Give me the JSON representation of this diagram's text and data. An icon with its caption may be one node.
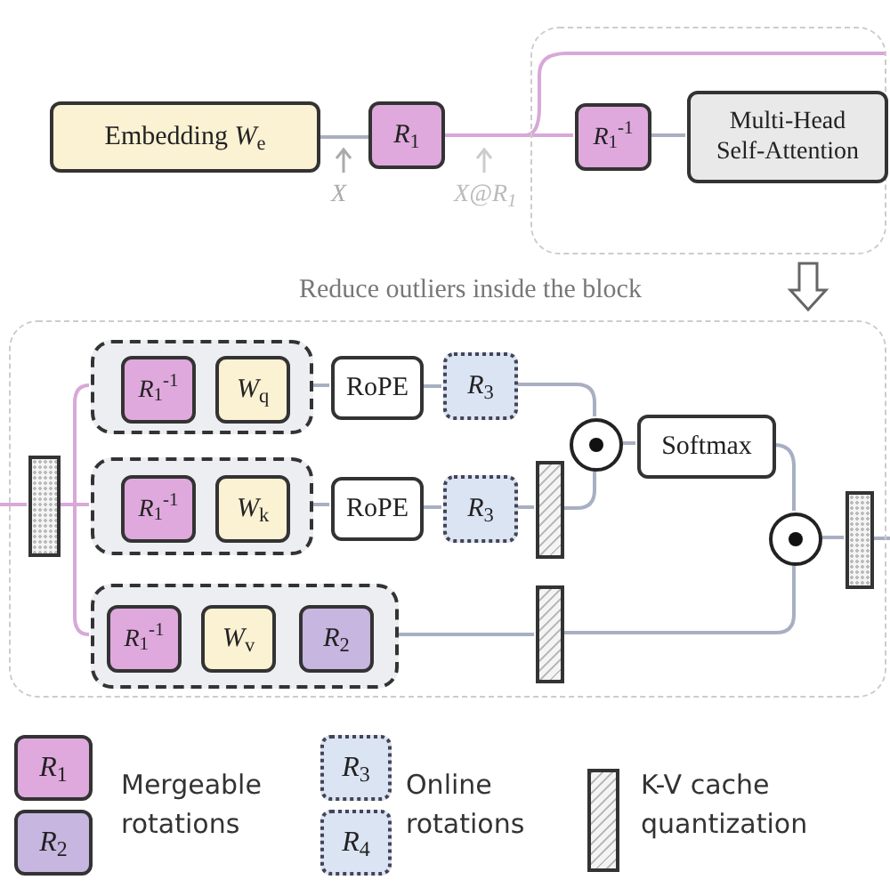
{
  "diagram": {
    "nodes": [
      {
        "text": [
          "Embedding *W*$_{e}$"
        ]
      },
      {
        "text": [
          "*R*$_{1}$"
        ]
      },
      {
        "text": [],
        "shape": "box"
      },
      {
        "text": [
          "*R*$_{1}$$^{-1}$"
        ],
        "in": 2
      },
      {
        "text": [
          "Multi-Head Self-Attention"
        ],
        "in": 2
      },
      {
        "text": [],
        "shape": "box"
      },
      {
        "text": [],
        "shape": "bar",
        "in": 5
      },
      {
        "text": [],
        "shape": "box",
        "in": 5
      },
      {
        "text": [
          "*R*$_{1}$$^{-1}$"
        ],
        "in": 7
      },
      {
        "text": [
          "*W*$_{q}$"
        ],
        "in": 7
      },
      {
        "text": [
          "RoPE"
        ],
        "in": 5
      },
      {
        "text": [
          "*R*$_{3}$"
        ],
        "in": 5
      },
      {
        "text": [],
        "shape": "box",
        "in": 5
      },
      {
        "text": [
          "*R*$_{1}$$^{-1}$"
        ],
        "in": 12
      },
      {
        "text": [
          "*W*$_{k}$"
        ],
        "in": 12
      },
      {
        "text": [
          "RoPE"
        ],
        "in": 5
      },
      {
        "text": [
          "*R*$_{3}$"
        ],
        "in": 5
      },
      {
        "text": [],
        "shape": "bar",
        "in": 5
      },
      {
        "text": [],
        "shape": "box",
        "in": 5
      },
      {
        "text": [
          "*R*$_{1}$$^{-1}$"
        ],
        "in": 18
      },
      {
        "text": [
          "*W*$_{v}$"
        ],
        "in": 18
      },
      {
        "text": [
          "*R*$_{2}$"
        ],
        "in": 18
      },
      {
        "text": [],
        "shape": "bar",
        "in": 5
      },
      {
        "text": [],
        "shape": "circle",
        "in": 5
      },
      {
        "text": [
          "Softmax"
        ],
        "in": 5
      },
      {
        "text": [],
        "shape": "circle",
        "in": 5
      },
      {
        "text": [],
        "shape": "bar",
        "in": 5
      },
      {
        "text": [
          "*R*$_{1}$"
        ]
      },
      {
        "text": [
          "*R*$_{2}$"
        ]
      },
      {
        "text": [
          "*R*$_{3}$"
        ]
      },
      {
        "text": [
          "*R*$_{4}$"
        ]
      },
      {
        "text": [],
        "shape": "bar"
      }
    ],
    "edges": [
      {
        "from": 0,
        "to": 1,
        "arrow": "none"
      },
      {
        "from": 1,
        "to": 3,
        "arrow": "none",
        "color": "#d8a8d8"
      },
      {
        "from": 1,
        "to": 2,
        "arrow": "none",
        "color": "#d8a8d8"
      },
      {
        "from": 3,
        "to": 4,
        "arrow": "none"
      },
      {
        "from": null,
        "to": 6,
        "arrow": "none",
        "color": "#d8a8d8"
      },
      {
        "from": 6,
        "to": 7,
        "arrow": "none",
        "color": "#d8a8d8"
      },
      {
        "from": 6,
        "to": 12,
        "arrow": "none",
        "color": "#d8a8d8"
      },
      {
        "from": 6,
        "to": 18,
        "arrow": "none",
        "color": "#d8a8d8"
      },
      {
        "from": 7,
        "to": 10,
        "arrow": "none"
      },
      {
        "from": 10,
        "to": 11,
        "arrow": "none"
      },
      {
        "from": 11,
        "to": 23,
        "arrow": "none"
      },
      {
        "from": 12,
        "to": 15,
        "arrow": "none"
      },
      {
        "from": 15,
        "to": 16,
        "arrow": "none"
      },
      {
        "from": 16,
        "to": 17,
        "arrow": "none"
      },
      {
        "from": 17,
        "to": 23,
        "arrow": "none"
      },
      {
        "from": 23,
        "to": 24,
        "arrow": "none"
      },
      {
        "from": 24,
        "to": 25,
        "arrow": "none"
      },
      {
        "from": 18,
        "to": 22,
        "arrow": "none"
      },
      {
        "from": 22,
        "to": 25,
        "arrow": "none"
      },
      {
        "from": 25,
        "to": 26,
        "arrow": "none"
      },
      {
        "from": 26,
        "to": null,
        "arrow": "none"
      }
    ],
    "labels": [
      "*X*",
      "*X*@*R*$_{1}$",
      "Reduce outliers inside the block"
    ],
    "legend": [
      {
        "text": "Mergeable rotations"
      },
      {
        "text": "Online rotations"
      },
      {
        "text": "K-V cache quantization"
      }
    ]
  }
}
